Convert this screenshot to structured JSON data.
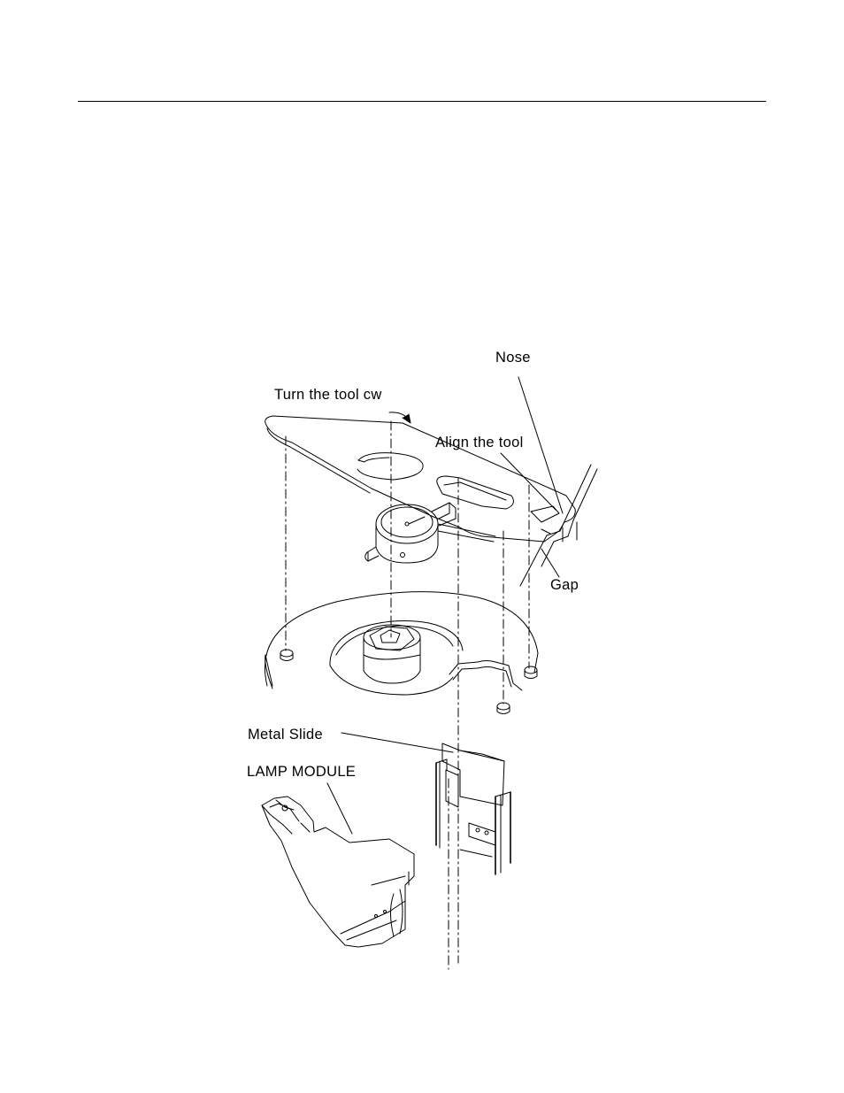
{
  "figure": {
    "labels": {
      "nose": "Nose",
      "turn_tool": "Turn the tool cw",
      "align_tool": "Align the tool",
      "gap": "Gap",
      "metal_slide": "Metal Slide",
      "lamp_module": "LAMP MODULE"
    }
  }
}
